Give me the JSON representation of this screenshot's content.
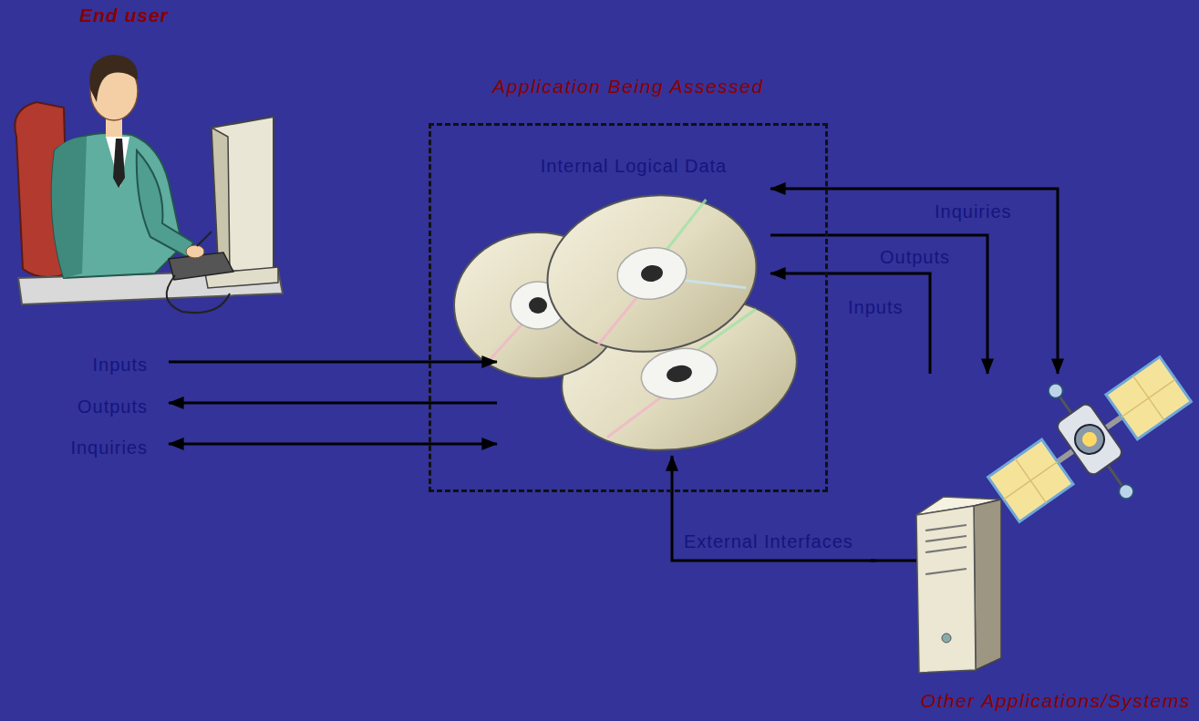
{
  "diagram": {
    "nodes": [
      {
        "text": [
          "End user"
        ]
      },
      {
        "text": [
          "Application Being Assessed"
        ]
      },
      {
        "text": [
          "Internal Logical Data"
        ],
        "in": 1
      },
      {
        "text": [
          "Other Applications/Systems"
        ]
      }
    ],
    "edges": [
      {
        "from": 0,
        "to": 2,
        "arrow": "to",
        "label": "Inputs"
      },
      {
        "from": 2,
        "to": 0,
        "arrow": "to",
        "label": "Outputs"
      },
      {
        "from": 0,
        "to": 2,
        "arrow": "both",
        "label": "Inquiries"
      },
      {
        "from": 2,
        "to": 3,
        "arrow": "both",
        "label": "Inquiries"
      },
      {
        "from": 2,
        "to": 3,
        "arrow": "to",
        "label": "Outputs"
      },
      {
        "from": 3,
        "to": 2,
        "arrow": "to",
        "label": "Inputs"
      },
      {
        "from": 3,
        "to": 2,
        "arrow": "to",
        "label": "External Interfaces"
      }
    ]
  }
}
